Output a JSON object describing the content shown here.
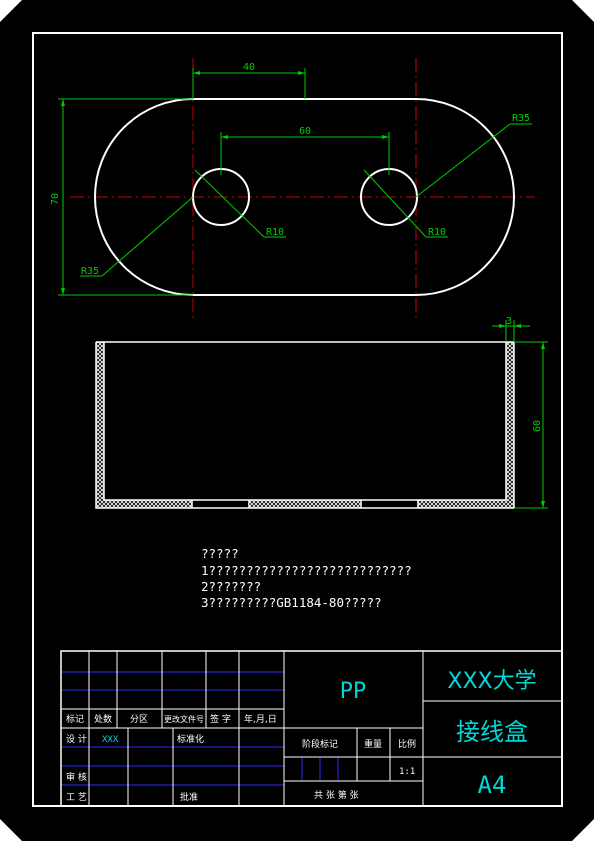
{
  "drawing": {
    "dimensions": {
      "top_width": "40",
      "hole_spacing": "60",
      "height": "70",
      "radius_outer_right": "R35",
      "radius_outer_left": "R35",
      "radius_hole_left": "R10",
      "radius_hole_right": "R10",
      "wall_thickness": "3",
      "box_height": "60"
    },
    "notes": [
      "?????",
      "1???????????????????????????",
      "2???????",
      "3?????????GB1184-80?????"
    ]
  },
  "title_block": {
    "material": "PP",
    "school": "XXX大学",
    "part_name": "接线盒",
    "sheet_size": "A4",
    "headers": {
      "mark": "标记",
      "count": "处数",
      "zone": "分区",
      "change_doc": "更改文件号",
      "sign": "签 字",
      "date": "年,月,日"
    },
    "design_label": "设  计",
    "designer": "XXX",
    "standardize_label": "标准化",
    "review_label": "审 核",
    "process_label": "工 艺",
    "approve_label": "批准",
    "stage_mark_label": "阶段标记",
    "weight_label": "重量",
    "scale_label": "比例",
    "scale_value": "1:1",
    "sheets_label": "共    张  第    张"
  },
  "colors": {
    "background": "#000000",
    "outline": "#ffffff",
    "centerline": "#cc0000",
    "dimension": "#00cc00",
    "title_text": "#00d8d8",
    "grid_blue": "#2a2aff",
    "notes_text": "#ffffff"
  }
}
